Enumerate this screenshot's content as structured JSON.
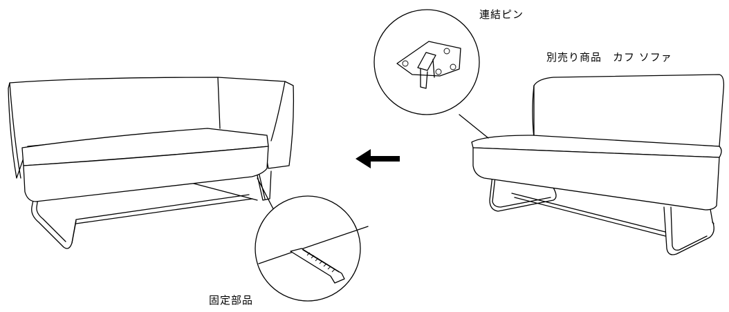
{
  "labels": {
    "connecting_pin": "連結ピン",
    "sold_separately": "別売り商品　カフ ソファ",
    "fixing_part": "固定部品"
  },
  "colors": {
    "line": "#000000",
    "background": "#ffffff"
  },
  "icons": {
    "direction_arrow": "arrow-left-icon"
  }
}
